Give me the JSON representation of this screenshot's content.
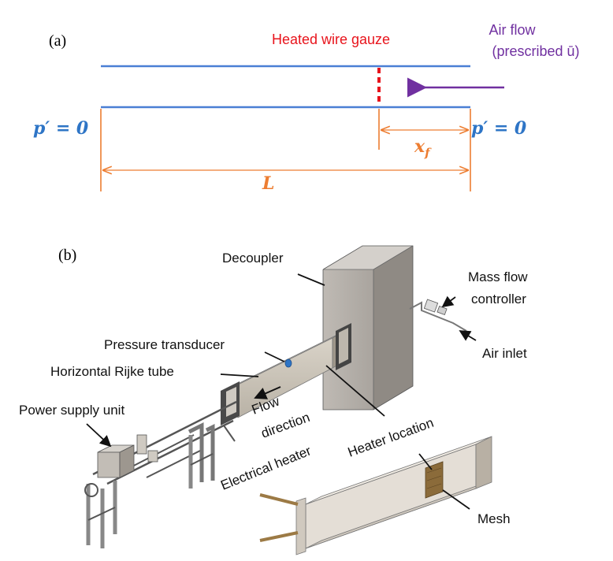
{
  "panel_a": {
    "label": "(a)",
    "heater_title": "Heated wire gauze",
    "airflow_line1": "Air flow",
    "airflow_line2": "(prescribed ū)",
    "bc_left": "p′ = 0",
    "bc_right": "p′ = 0",
    "dim_xf": "x",
    "dim_xf_sub": "f",
    "dim_L": "L",
    "colors": {
      "tube": "#4a7fd4",
      "heater": "#e8141c",
      "arrow": "#7030a0",
      "dimension": "#ed7d31",
      "bc_text": "#2e75c6"
    }
  },
  "panel_b": {
    "label": "(b)",
    "callouts": {
      "decoupler": "Decoupler",
      "mass_flow_1": "Mass flow",
      "mass_flow_2": "controller",
      "air_inlet": "Air inlet",
      "pressure_transducer": "Pressure transducer",
      "rijke_tube": "Horizontal Rijke tube",
      "power_supply": "Power supply unit",
      "flow_1": "Flow",
      "flow_2": "direction",
      "electrical_heater": "Electrical heater",
      "heater_location": "Heater location",
      "mesh": "Mesh"
    }
  }
}
